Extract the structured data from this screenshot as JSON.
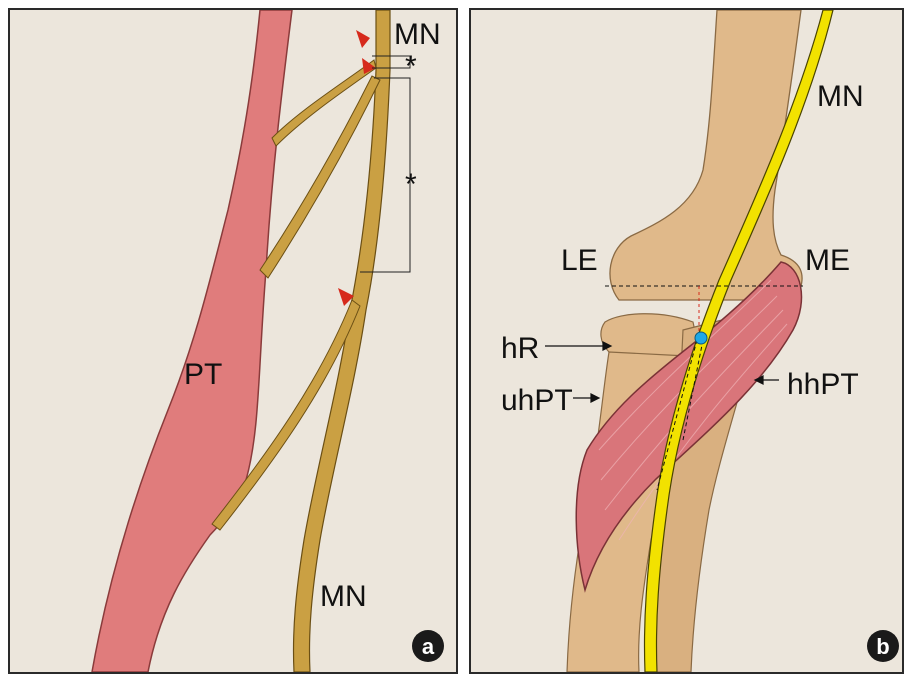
{
  "panel_a": {
    "label_mn_top": "MN",
    "label_mn_bottom": "MN",
    "label_pt": "PT",
    "asterisk_short": "*",
    "asterisk_long": "*",
    "panel_letter": "a"
  },
  "panel_b": {
    "label_mn": "MN",
    "label_le": "LE",
    "label_me": "ME",
    "label_hr": "hR",
    "label_uhpt": "uhPT",
    "label_hhpt": "hhPT",
    "panel_letter": "b"
  },
  "colors": {
    "background": "#ece6dc",
    "muscle": "#e07c7c",
    "nerve": "#caa043",
    "nerve_b": "#f2e200",
    "bone": "#e0b98a",
    "arrowhead": "#d62a1c",
    "entry_point": "#1ea8e6"
  }
}
